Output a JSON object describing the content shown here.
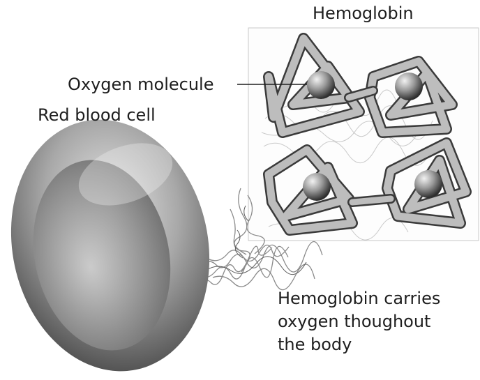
{
  "labels": {
    "hemoglobin": "Hemoglobin",
    "oxygen_molecule": "Oxygen molecule",
    "red_blood_cell": "Red blood cell"
  },
  "caption": {
    "line1": "Hemoglobin carries",
    "line2": "oxygen thoughout",
    "line3": "the body"
  }
}
